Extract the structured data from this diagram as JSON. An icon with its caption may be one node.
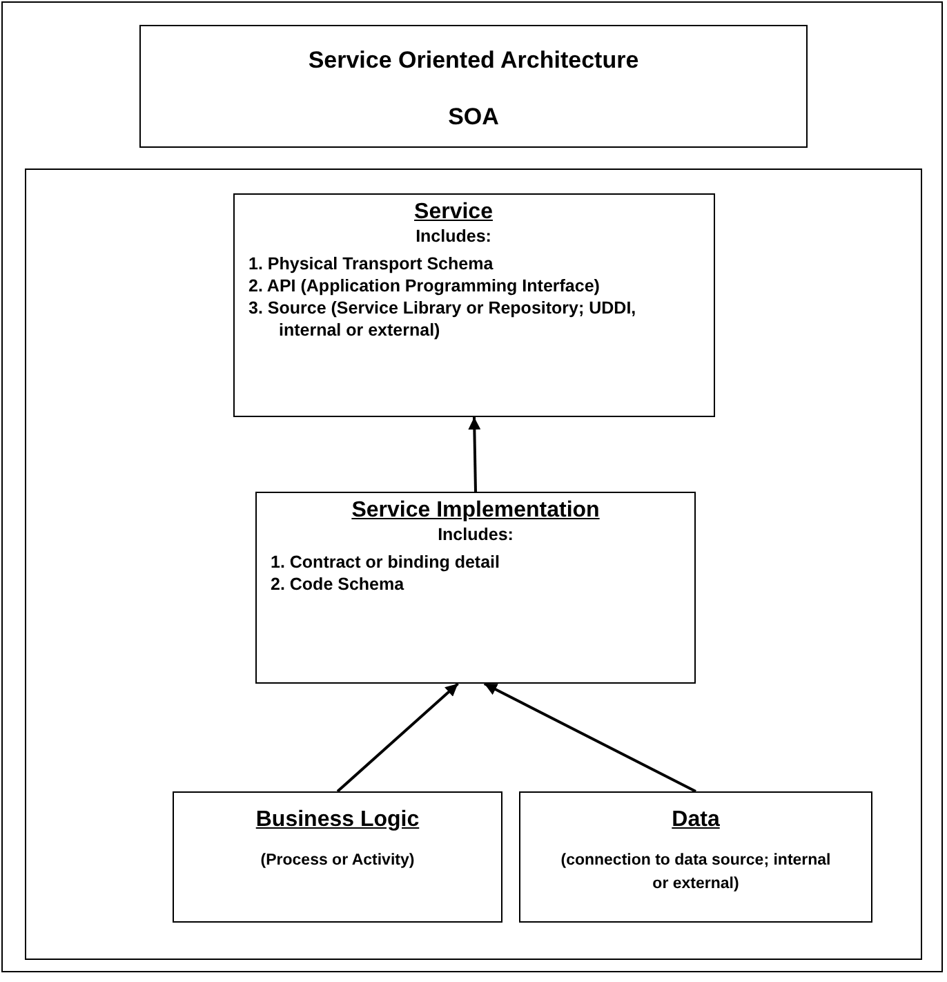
{
  "diagram": {
    "nodes": [
      {
        "text": [
          "Service Oriented Architecture",
          "SOA"
        ]
      },
      {
        "text": [],
        "shape": "box"
      },
      {
        "text": [
          "Service",
          "Includes:",
          "1. Physical Transport Schema",
          "2. API (Application Programming Interface)",
          "3. Source (Service Library or Repository; UDDI, internal or external)"
        ],
        "in": 1
      },
      {
        "text": [
          "Service Implementation",
          "Includes:",
          "1. Contract or binding detail",
          "2. Code Schema"
        ],
        "in": 1
      },
      {
        "text": [
          "Business Logic",
          "(Process or Activity)"
        ],
        "in": 1
      },
      {
        "text": [
          "Data",
          "(connection to data source; internal or external)"
        ],
        "in": 1
      }
    ],
    "edges": [
      {
        "from": 3,
        "to": 2,
        "arrow": "to"
      },
      {
        "from": 4,
        "to": 3,
        "arrow": "to"
      },
      {
        "from": 5,
        "to": 3,
        "arrow": "to"
      }
    ]
  }
}
